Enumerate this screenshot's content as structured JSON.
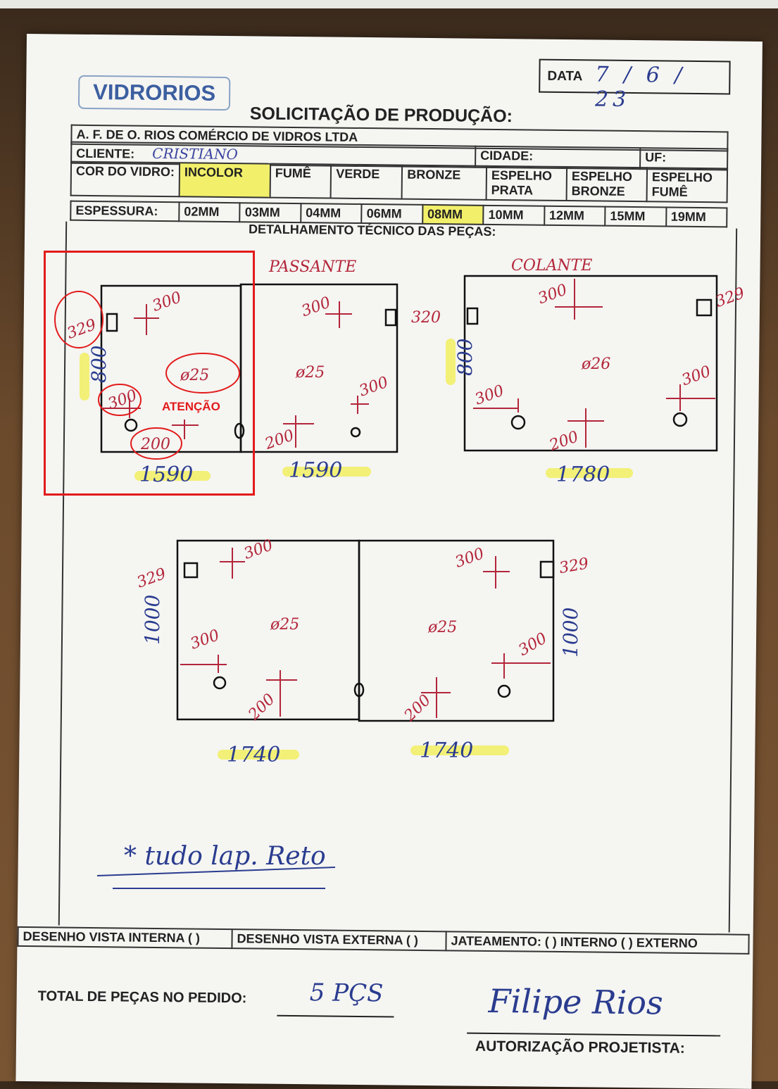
{
  "header": {
    "logo": "VIDRORIOS",
    "date_label": "DATA",
    "date_value": "7 / 6 / 23",
    "title": "SOLICITAÇÃO DE PRODUÇÃO:"
  },
  "company": {
    "name": "A. F. DE O. RIOS COMÉRCIO DE VIDROS LTDA",
    "client_label": "CLIENTE:",
    "client_value": "CRISTIANO",
    "city_label": "CIDADE:",
    "uf_label": "UF:"
  },
  "glass_color": {
    "label": "COR DO VIDRO:",
    "options": [
      "INCOLOR",
      "FUMÊ",
      "VERDE",
      "BRONZE",
      "ESPELHO PRATA",
      "ESPELHO BRONZE",
      "ESPELHO FUMÊ"
    ],
    "selected": "INCOLOR"
  },
  "thickness": {
    "label": "ESPESSURA:",
    "options": [
      "02MM",
      "03MM",
      "04MM",
      "06MM",
      "08MM",
      "10MM",
      "12MM",
      "15MM",
      "19MM"
    ],
    "selected": "08MM"
  },
  "section_title": "DETALHAMENTO TÉCNICO DAS PEÇAS:",
  "drawings": {
    "labels_top": [
      "PASSANTE",
      "COLANTE"
    ],
    "attention": "ATENÇÃO",
    "hole": "ø25",
    "hole_alt": "ø26",
    "offsets": [
      "329",
      "300",
      "200",
      "320"
    ],
    "heights": [
      "800",
      "1000"
    ],
    "widths": [
      "1590",
      "1590",
      "1780",
      "1740",
      "1740"
    ],
    "note": "* tudo lap. Reto"
  },
  "footer": {
    "internal": "DESENHO VISTA INTERNA ( )",
    "external": "DESENHO VISTA EXTERNA ( )",
    "sandblast": "JATEAMENTO: ( ) INTERNO ( ) EXTERNO",
    "total_label": "TOTAL DE PEÇAS NO PEDIDO:",
    "total_value": "5 PÇS",
    "signature": "Filipe Rios",
    "authorization": "AUTORIZAÇÃO PROJETISTA:"
  },
  "colors": {
    "ink_red": "#b3263a",
    "ink_blue": "#2a3c8f",
    "highlight": "#f2f06a",
    "annotation_red": "#e21b1b"
  }
}
